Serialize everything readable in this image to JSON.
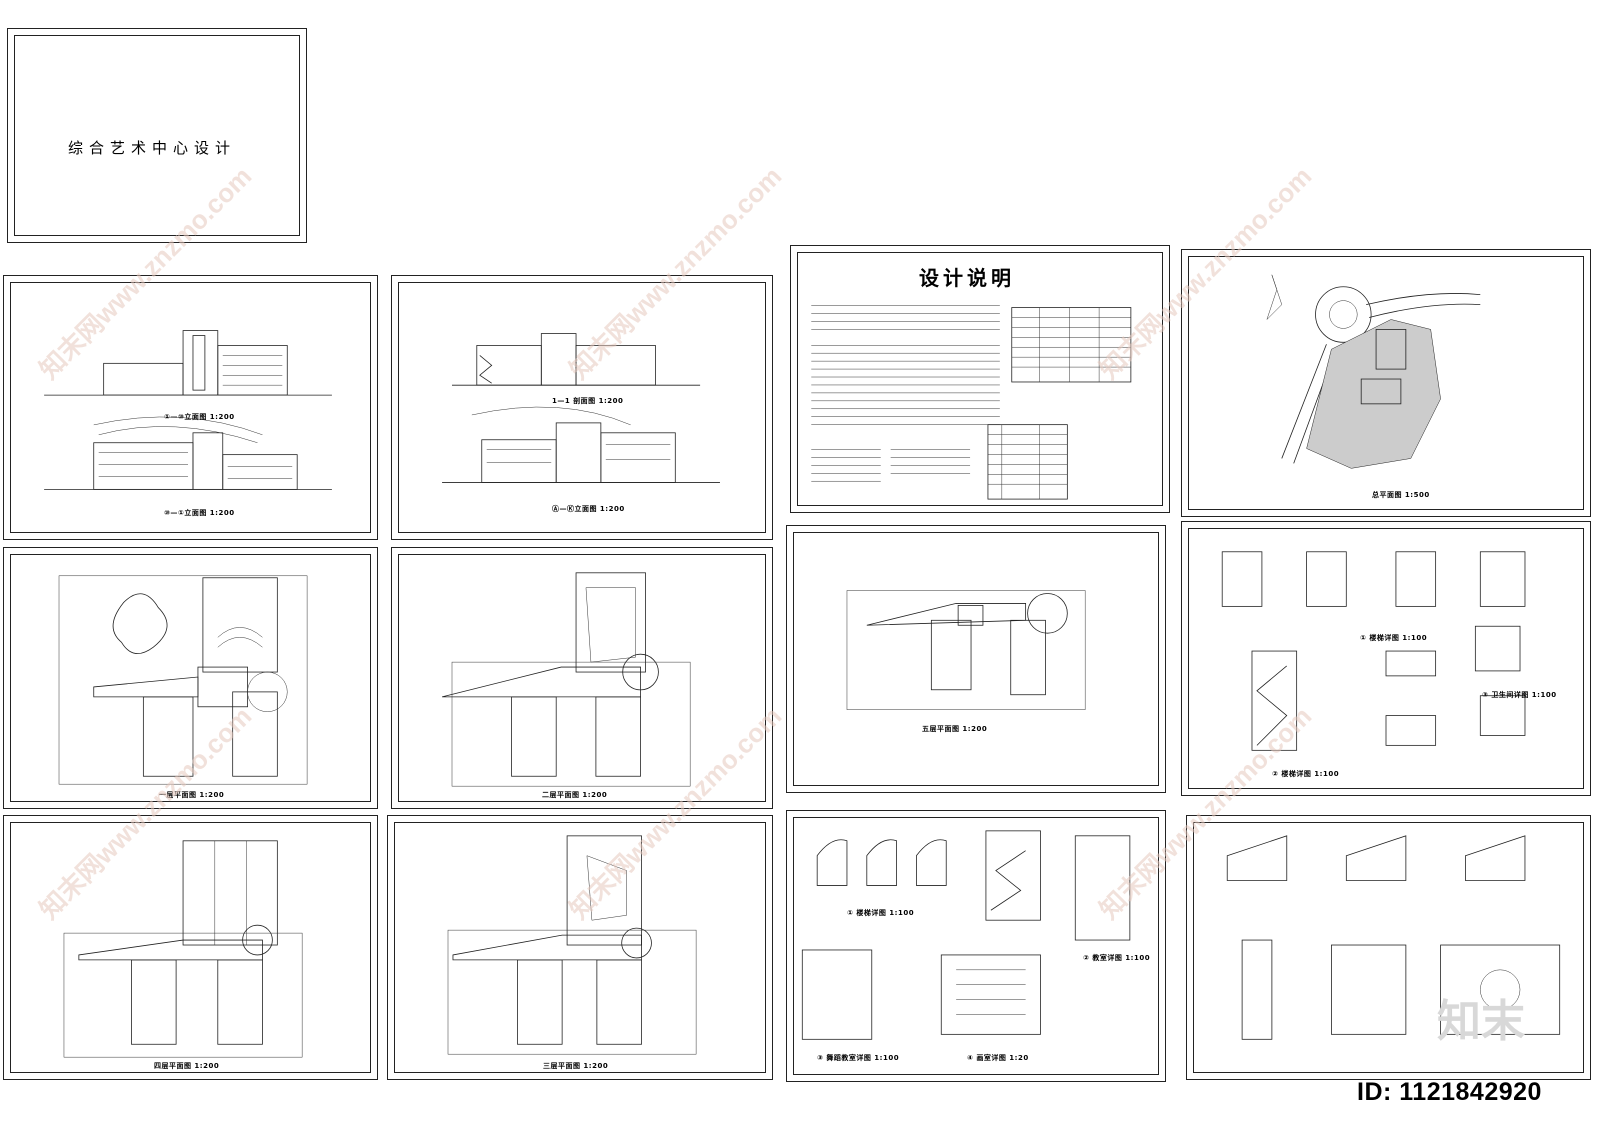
{
  "cover": {
    "title": "综合艺术中心设计"
  },
  "description": {
    "title": "设计说明"
  },
  "captions": {
    "elev_a": "①—⑩立面图  1:200",
    "elev_b": "⑩—①立面图  1:200",
    "section": "1—1 剖面图  1:200",
    "elev_c": "Ⓐ—Ⓚ立面图  1:200",
    "plan_1": "一层平面图  1:200",
    "plan_2": "二层平面图  1:200",
    "plan_3": "三层平面图  1:200",
    "plan_4": "四层平面图  1:200",
    "plan_5": "五层平面图  1:200",
    "site": "总平面图  1:500",
    "stair_detail": "① 楼梯详图  1:100",
    "toilet_detail": "③ 卫生间详图  1:100",
    "stair_detail_2": "② 楼梯详图  1:100",
    "stair_detail_3": "① 楼梯详图  1:100",
    "classroom": "② 教室详图  1:100",
    "dance_room": "③ 舞蹈教室详图  1:100",
    "studio": "④ 画室详图  1:20"
  },
  "watermark": {
    "text": "知末网www.znzmo.com",
    "logo": "知末"
  },
  "id_label": "ID: 1121842920"
}
